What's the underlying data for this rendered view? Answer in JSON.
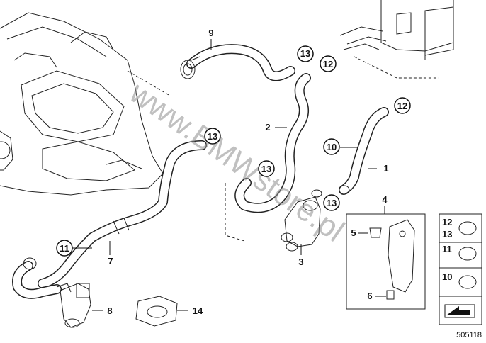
{
  "diagram": {
    "part_labels": {
      "p1": "1",
      "p2": "2",
      "p3": "3",
      "p4": "4",
      "p5": "5",
      "p6": "6",
      "p7": "7",
      "p8": "8",
      "p9": "9",
      "p14": "14"
    },
    "callouts": {
      "c13_top": "13",
      "c12_top": "12",
      "c12_right": "12",
      "c10": "10",
      "c13_left": "13",
      "c13_mid": "13",
      "c13_valve": "13",
      "c11": "11"
    },
    "legend": {
      "row1_a": "12",
      "row1_b": "13",
      "row2": "11",
      "row3": "10"
    },
    "watermark": "www.BMWstore.pl",
    "diagram_code": "505118"
  }
}
